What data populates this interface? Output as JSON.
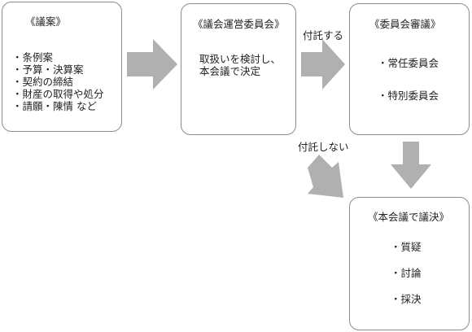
{
  "bill": {
    "title": "《議案》",
    "items": [
      "・条例案",
      "・予算・決算案",
      "・契約の締結",
      "・財産の取得や処分",
      "・請願・陳情 など"
    ]
  },
  "steering": {
    "title": "《議会運営委員会》",
    "line1": "取扱いを検討し、",
    "line2": "本会議で決定"
  },
  "committee": {
    "title": "《委員会審議》",
    "items": [
      "・常任委員会",
      "・特別委員会"
    ]
  },
  "plenary": {
    "title": "《本会議で議決》",
    "items": [
      "・質疑",
      "・討論",
      "・採決"
    ]
  },
  "labels": {
    "refer": "付託する",
    "no_refer": "付託しない"
  },
  "colors": {
    "arrow": "#b0b0b0",
    "border": "#8c8c8c"
  }
}
